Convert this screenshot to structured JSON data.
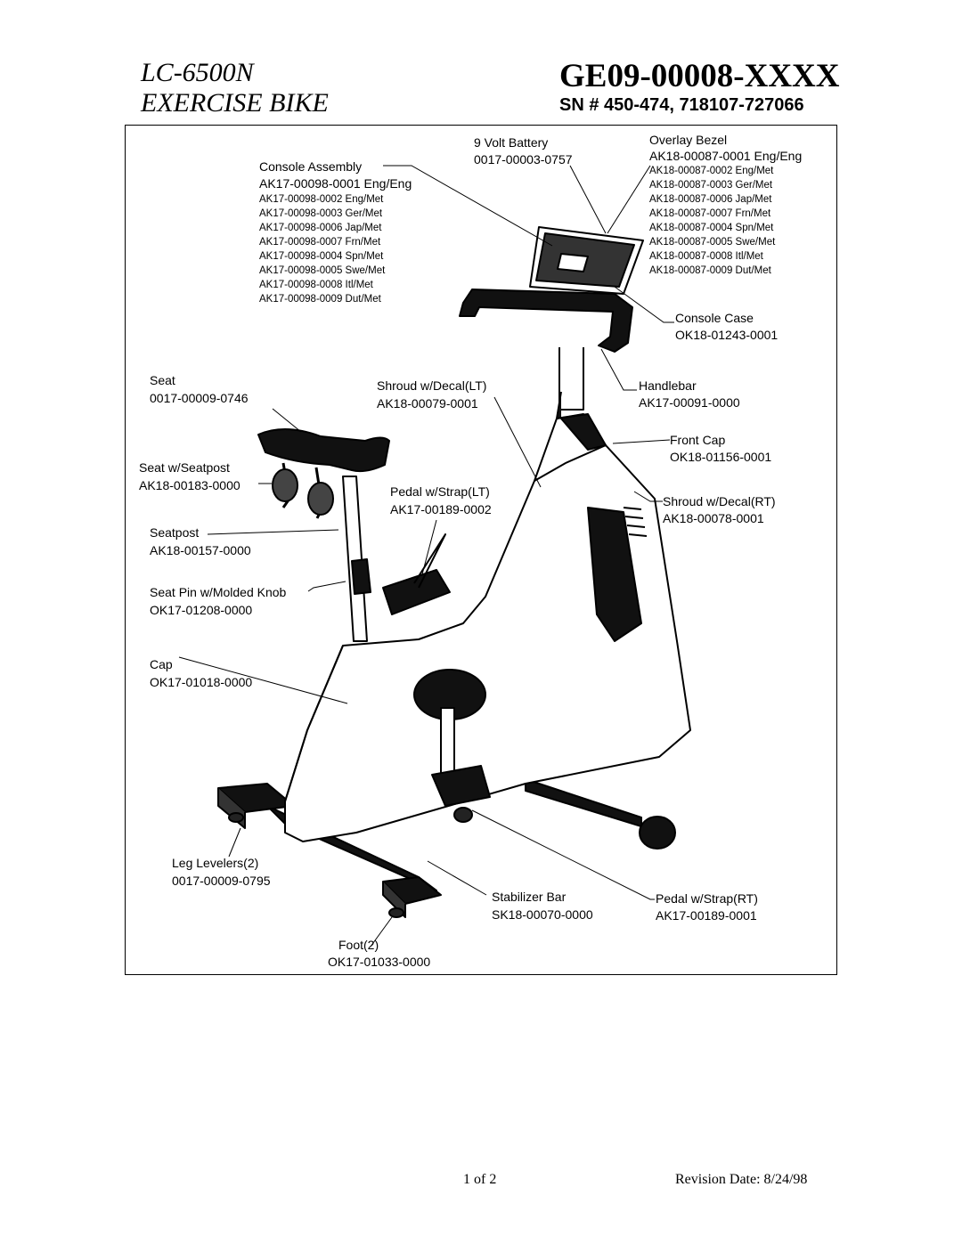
{
  "header": {
    "model_line1": "LC-6500N",
    "model_line2": "EXERCISE BIKE",
    "doc_number": "GE09-00008-XXXX",
    "serial": "SN # 450-474, 718107-727066"
  },
  "parts": {
    "battery": {
      "name": "9 Volt Battery",
      "number": "0017-00003-0757"
    },
    "overlay_bezel": {
      "name": "Overlay Bezel",
      "number": "AK18-00087-0001 Eng/Eng",
      "variants": [
        "AK18-00087-0002 Eng/Met",
        "AK18-00087-0003 Ger/Met",
        "AK18-00087-0006 Jap/Met",
        "AK18-00087-0007 Frn/Met",
        "AK18-00087-0004 Spn/Met",
        "AK18-00087-0005 Swe/Met",
        "AK18-00087-0008 Itl/Met",
        "AK18-00087-0009 Dut/Met"
      ]
    },
    "console_assembly": {
      "name": "Console Assembly",
      "number": "AK17-00098-0001 Eng/Eng",
      "variants": [
        "AK17-00098-0002 Eng/Met",
        "AK17-00098-0003 Ger/Met",
        "AK17-00098-0006 Jap/Met",
        "AK17-00098-0007 Frn/Met",
        "AK17-00098-0004 Spn/Met",
        "AK17-00098-0005 Swe/Met",
        "AK17-00098-0008 Itl/Met",
        "AK17-00098-0009 Dut/Met"
      ]
    },
    "console_case": {
      "name": "Console Case",
      "number": "OK18-01243-0001"
    },
    "seat": {
      "name": "Seat",
      "number": "0017-00009-0746"
    },
    "shroud_lt": {
      "name": "Shroud w/Decal(LT)",
      "number": "AK18-00079-0001"
    },
    "handlebar": {
      "name": "Handlebar",
      "number": "AK17-00091-0000"
    },
    "front_cap": {
      "name": "Front Cap",
      "number": "OK18-01156-0001"
    },
    "seat_seatpost": {
      "name": "Seat w/Seatpost",
      "number": "AK18-00183-0000"
    },
    "pedal_lt": {
      "name": "Pedal w/Strap(LT)",
      "number": "AK17-00189-0002"
    },
    "shroud_rt": {
      "name": "Shroud w/Decal(RT)",
      "number": "AK18-00078-0001"
    },
    "seatpost": {
      "name": "Seatpost",
      "number": "AK18-00157-0000"
    },
    "seat_pin": {
      "name": "Seat Pin w/Molded Knob",
      "number": "OK17-01208-0000"
    },
    "cap": {
      "name": "Cap",
      "number": "OK17-01018-0000"
    },
    "leg_levelers": {
      "name": "Leg Levelers(2)",
      "number": "0017-00009-0795"
    },
    "stabilizer_bar": {
      "name": "Stabilizer Bar",
      "number": "SK18-00070-0000"
    },
    "pedal_rt": {
      "name": "Pedal w/Strap(RT)",
      "number": "AK17-00189-0001"
    },
    "foot": {
      "name": "Foot(2)",
      "number": "OK17-01033-0000"
    }
  },
  "footer": {
    "page": "1 of 2",
    "revision": "Revision Date: 8/24/98"
  }
}
